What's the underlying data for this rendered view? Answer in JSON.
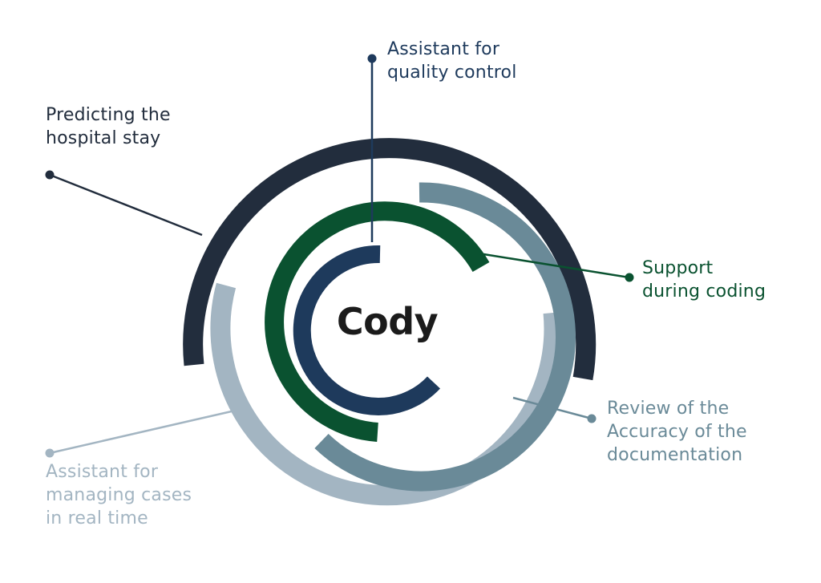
{
  "center": {
    "title": "Cody"
  },
  "colors": {
    "quality": "#1e3a5c",
    "coding": "#0a5230",
    "hospital": "#222d3d",
    "review": "#6a8a98",
    "realtime": "#a3b5c2"
  },
  "labels": {
    "quality_control": [
      "Assistant for",
      "quality control"
    ],
    "hospital_stay": [
      "Predicting the",
      "hospital stay"
    ],
    "coding": [
      "Support",
      "during coding"
    ],
    "review": [
      "Review of the",
      "Accuracy of the",
      "documentation"
    ],
    "realtime": [
      "Assistant for",
      "managing cases",
      "in real time"
    ]
  }
}
